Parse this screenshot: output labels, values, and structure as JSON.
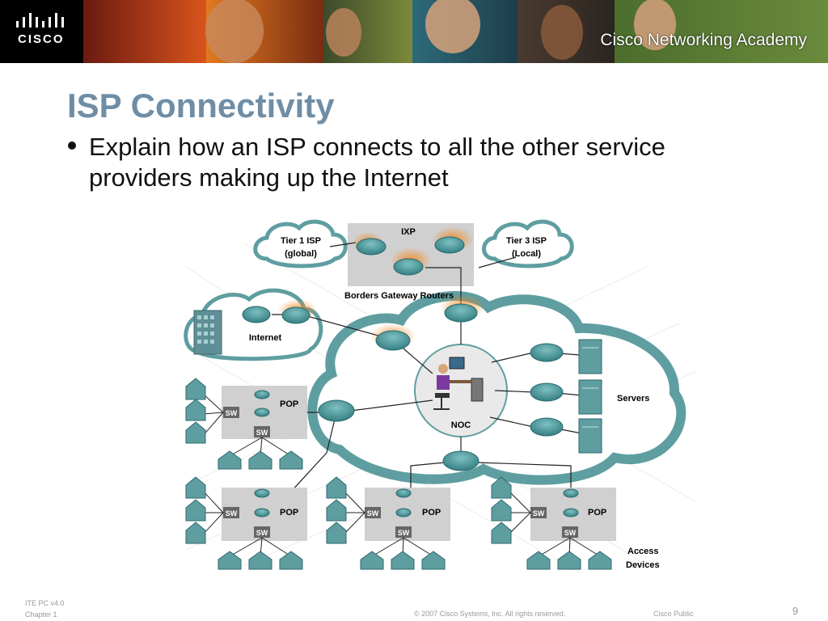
{
  "banner": {
    "logo_text": "CISCO",
    "academy_text": "Cisco Networking Academy"
  },
  "slide": {
    "title": "ISP Connectivity",
    "bullet": "Explain how an ISP connects to all the other service providers making up the Internet"
  },
  "diagram": {
    "labels": {
      "ixp": "IXP",
      "tier1_line1": "Tier 1 ISP",
      "tier1_line2": "(global)",
      "tier3_line1": "Tier 3 ISP",
      "tier3_line2": "(Local)",
      "border_routers": "Borders Gateway Routers",
      "internet": "Internet",
      "servers": "Servers",
      "noc": "NOC",
      "pop": "POP",
      "sw": "SW",
      "access_line1": "Access",
      "access_line2": "Devices"
    }
  },
  "footer": {
    "course": "ITE PC v4.0",
    "chapter": "Chapter 1",
    "copyright": "© 2007 Cisco Systems, Inc. All rights reserved.",
    "classification": "Cisco Public",
    "page": "9"
  },
  "colors": {
    "title": "#6f8ea6",
    "router": "#3f8a8e",
    "cloud_outline": "#5f9ea0",
    "highlight": "#f08a24"
  }
}
